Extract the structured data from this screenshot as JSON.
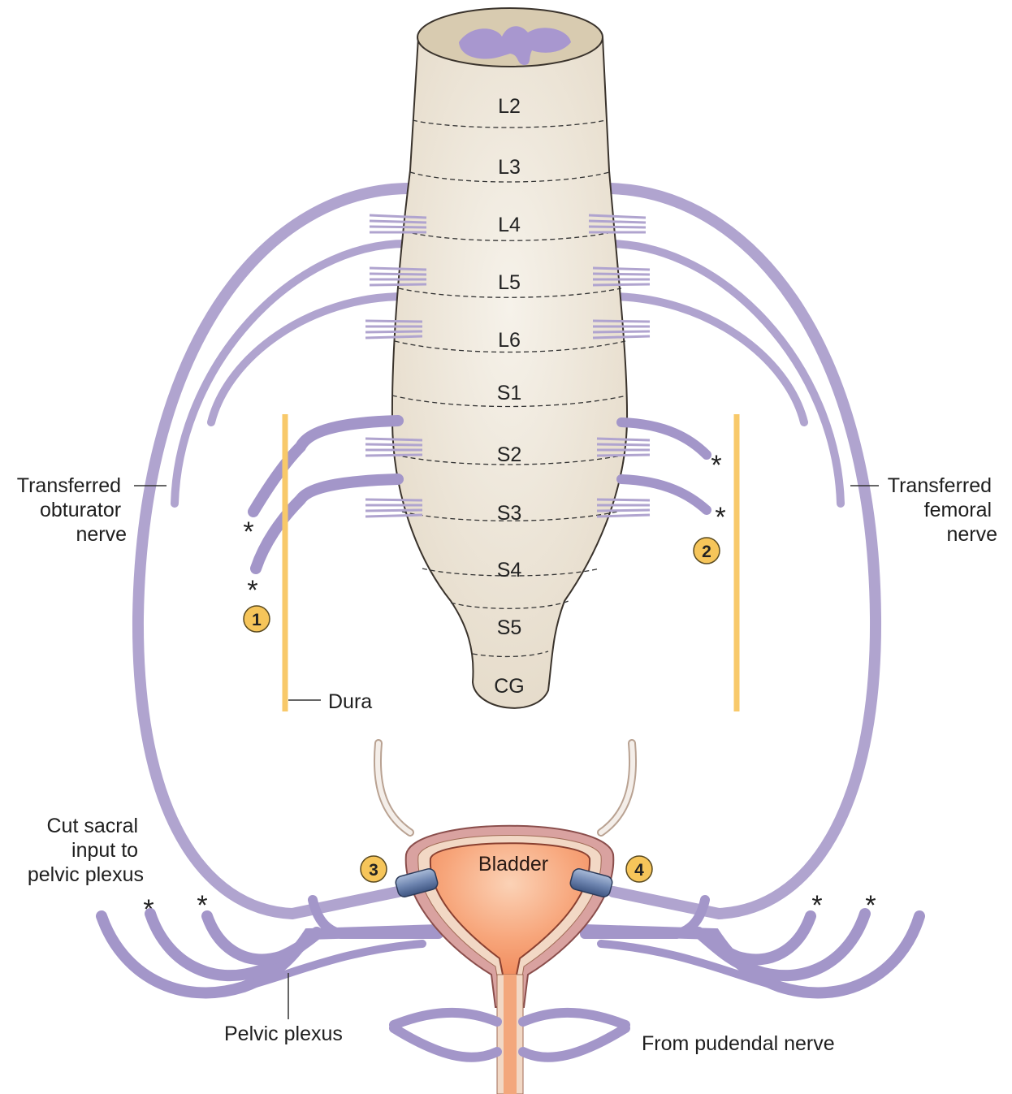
{
  "segments": [
    "L2",
    "L3",
    "L4",
    "L5",
    "L6",
    "S1",
    "S2",
    "S3",
    "S4",
    "S5",
    "CG"
  ],
  "labels": {
    "obturator": [
      "Transferred",
      "obturator",
      "nerve"
    ],
    "femoral": [
      "Transferred",
      "femoral",
      "nerve"
    ],
    "dura": "Dura",
    "cut_sacral": [
      "Cut sacral",
      "input to",
      "pelvic plexus"
    ],
    "pelvic_plexus": "Pelvic plexus",
    "bladder": "Bladder",
    "pudendal": "From pudendal nerve"
  },
  "markers": {
    "asterisk": "*",
    "steps": [
      "1",
      "2",
      "3",
      "4"
    ]
  },
  "colors": {
    "cord_fill": "#ece3d3",
    "cord_stroke": "#3a332c",
    "nerve": "#b0a4cf",
    "dura": "#f8c96a",
    "badge": "#f6c55a",
    "bladder_inner": "#f59a6e",
    "bladder_wall": "#d9a2a0",
    "cuff": "#7f95bd"
  }
}
